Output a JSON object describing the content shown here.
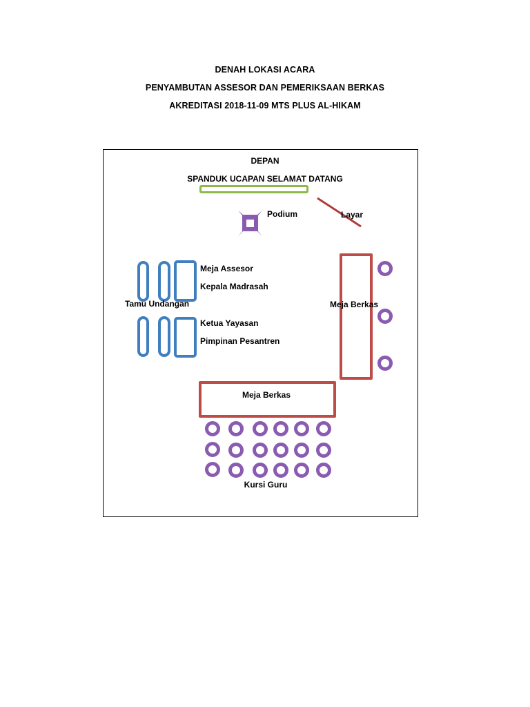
{
  "header": {
    "line1": "DENAH LOKASI ACARA",
    "line2": "PENYAMBUTAN ASSESOR DAN PEMERIKSAAN BERKAS",
    "line3": "AKREDITASI 2018-11-09 MTS PLUS AL-HIKAM"
  },
  "plan": {
    "front_label": "DEPAN",
    "banner_label": "SPANDUK UCAPAN SELAMAT DATANG",
    "podium_label": "Podium",
    "screen_label": "Layar",
    "guests_label": "Tamu Undangan",
    "right_table_label": "Meja Berkas",
    "bottom_table_label": "Meja Berkas",
    "teachers_label": "Kursi Guru",
    "seat_labels": [
      "Meja Assesor",
      "Kepala Madrasah",
      "Ketua Yayasan",
      "Pimpinan Pesantren"
    ]
  },
  "colors": {
    "banner": "#8db84a",
    "guest_furniture": "#3f7fc0",
    "file_tables": "#be4b48",
    "chairs_and_podium": "#8a5bb0",
    "screen": "#b03a3a"
  }
}
